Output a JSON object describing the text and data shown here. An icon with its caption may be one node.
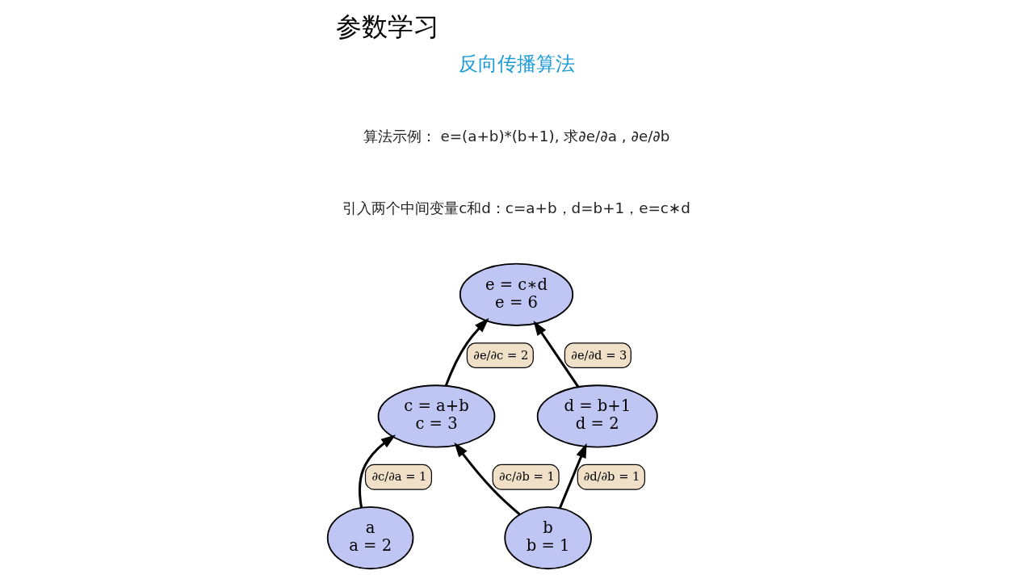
{
  "diagram": {
    "title": "参数学习",
    "nodes": [
      {
        "text": [
          "e = c∗d",
          "e = 6"
        ]
      },
      {
        "text": [
          "c = a+b",
          "c = 3"
        ]
      },
      {
        "text": [
          "d = b+1",
          "d = 2"
        ]
      },
      {
        "text": [
          "a",
          "a = 2"
        ]
      },
      {
        "text": [
          "b",
          "b = 1"
        ]
      }
    ],
    "edges": [
      {
        "from": 3,
        "to": 1,
        "arrow": "to",
        "label": "∂c/∂a = 1"
      },
      {
        "from": 4,
        "to": 1,
        "arrow": "to",
        "label": "∂c/∂b = 1"
      },
      {
        "from": 4,
        "to": 2,
        "arrow": "to",
        "label": "∂d/∂b = 1"
      },
      {
        "from": 1,
        "to": 0,
        "arrow": "to",
        "label": "∂e/∂c = 2"
      },
      {
        "from": 2,
        "to": 0,
        "arrow": "to",
        "label": "∂e/∂d = 3"
      }
    ],
    "labels": [
      "反向传播算法",
      "算法示例： e=(a+b)*(b+1), 求∂e/∂a , ∂e/∂b",
      "引入两个中间变量c和d：c=a+b，d=b+1，e=c∗d"
    ]
  }
}
